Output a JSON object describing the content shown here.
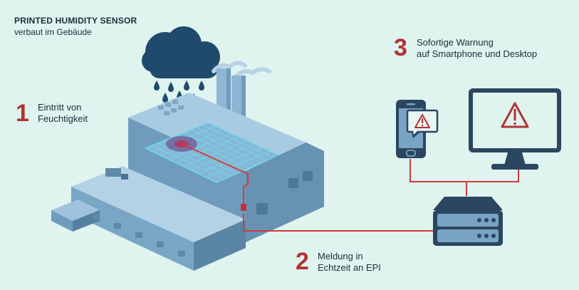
{
  "header": {
    "title": "PRINTED HUMIDITY SENSOR",
    "subtitle": "verbaut im Gebäude"
  },
  "steps": [
    {
      "number": "1",
      "line1": "Eintritt von",
      "line2": "Feuchtigkeit"
    },
    {
      "number": "2",
      "line1": "Meldung in",
      "line2": "Echtzeit an EPI"
    },
    {
      "number": "3",
      "line1": "Sofortige Warnung",
      "line2": "auf Smartphone und Desktop"
    }
  ],
  "icons": {
    "cloud": "rain-cloud-icon",
    "building": "factory-building",
    "sensor_grid": "sensor-grid",
    "server": "server-icon",
    "smartphone": "smartphone-icon",
    "monitor": "desktop-monitor-icon",
    "warning": "warning-triangle-icon"
  },
  "colors": {
    "background": "#dff3ef",
    "accent_red": "#b03434",
    "wire_red": "#d23a3a",
    "device_blue": "#7aa4c4",
    "device_dark": "#2b4660",
    "cloud": "#1f4a6b",
    "building_light": "#9ec3dd",
    "building_mid": "#6f9cbd",
    "grid_line": "#6fe0ea"
  }
}
